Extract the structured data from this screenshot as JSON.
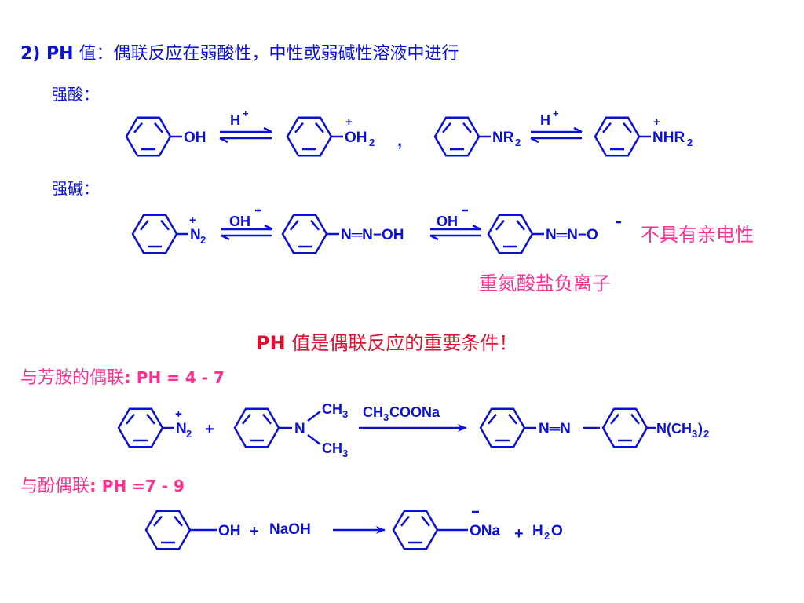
{
  "colors": {
    "blue": "#0a10d8",
    "pink": "#ff2f8f",
    "red": "#e01030"
  },
  "header": {
    "num": "2) PH",
    "text": " 值：偶联反应在弱酸性，中性或弱碱性溶液中进行"
  },
  "strong_acid": {
    "title": "强酸：",
    "mol_left": "OH",
    "mol_left_arrow": "H",
    "oh2_base": "OH",
    "oh2_sub": "2",
    "comma": ",",
    "nr2_base": "NR",
    "nr2_sub": "2",
    "nhr2_base": "NHR",
    "nhr2_sub": "2",
    "right_arrow": "H"
  },
  "strong_base": {
    "title": "强碱：",
    "n2_base": "N",
    "n2_sub": "2",
    "arrow1": "OH",
    "mid_product": "N═N−OH",
    "arrow2": "OH",
    "end_product": "N═N−O",
    "note": "不具有亲电性",
    "anion_label": "重氮酸盐负离子"
  },
  "condition": {
    "ph": "PH",
    "text": " 值是偶联反应的重要条件！"
  },
  "amine_coupling": {
    "title": "与芳胺的偶联",
    "colon": ":",
    "ph": " PH = 4 - 7",
    "plus": "+",
    "ch3": "CH",
    "ch3_sub": "3",
    "n": "N",
    "reagent": "CH",
    "reagent_sub": "3",
    "reagent_rest": "COONa",
    "product_azo": "N═N",
    "product_tail": "N(CH",
    "product_tail_sub1": "3",
    "product_tail_close": ")",
    "product_tail_sub2": "2"
  },
  "phenol_coupling": {
    "title": "与酚偶联",
    "colon": ":",
    "ph": " PH =7 - 9",
    "oh": "OH",
    "naoh": "NaOH",
    "ona": "ONa",
    "h2o_base": "H",
    "h2o_sub": "2",
    "h2o_rest": "O",
    "plus": "+"
  }
}
